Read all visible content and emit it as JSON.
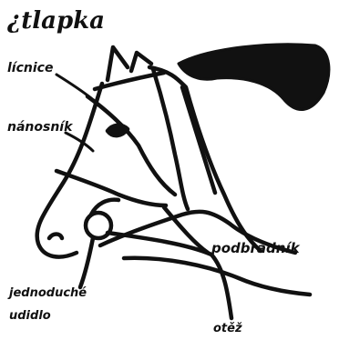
{
  "title": "¿tlapka",
  "labels": {
    "licnice": "lícnice",
    "nanosnik": "nánosník",
    "podbradnik": "podbradník",
    "jednoduche": "jednoduché",
    "udidlo": "udidlo",
    "otez": "otěž"
  },
  "colors": {
    "ink": "#111111",
    "background": "#ffffff"
  }
}
